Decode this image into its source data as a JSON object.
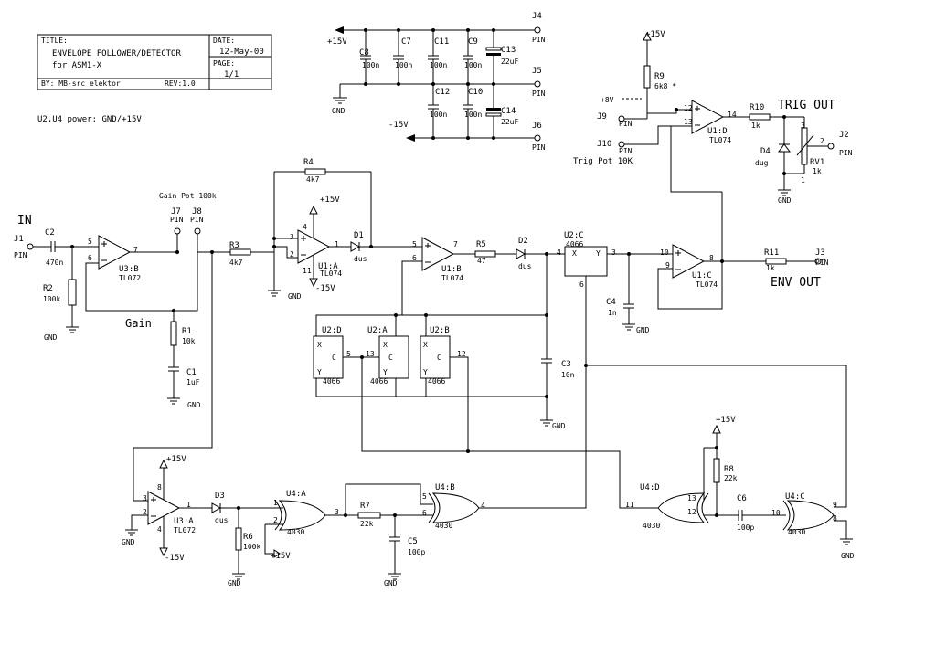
{
  "title_block": {
    "title_label": "TITLE:",
    "title_line1": "ENVELOPE FOLLOWER/DETECTOR",
    "title_line2": "for ASM1-X",
    "date_label": "DATE:",
    "date_value": "12-May-00",
    "page_label": "PAGE:",
    "page_value": "1/1",
    "by_text": "BY: MB-src elektor",
    "rev_text": "REV:1.0"
  },
  "power_note": "U2,U4 power: GND/+15V",
  "labels": {
    "in": "IN",
    "gain": "Gain",
    "gain_pot": "Gain Pot 100k",
    "trig_out": "TRIG OUT",
    "env_out": "ENV OUT",
    "trig_pot": "Trig Pot 10K"
  },
  "supply": {
    "p15": "+15V",
    "m15": "-15V",
    "p8": "+8V",
    "gnd": "GND"
  },
  "connectors": {
    "j1": "J1",
    "j2": "J2",
    "j3": "J3",
    "j4": "J4",
    "j5": "J5",
    "j6": "J6",
    "j7": "J7",
    "j8": "J8",
    "j9": "J9",
    "j10": "J10",
    "pin": "PIN"
  },
  "components": {
    "c1": "C1",
    "c1v": "1uF",
    "c2": "C2",
    "c2v": "470n",
    "c3": "C3",
    "c3v": "10n",
    "c4": "C4",
    "c4v": "1n",
    "c5": "C5",
    "c5v": "100p",
    "c6": "C6",
    "c6v": "100p",
    "c7": "C7",
    "c8": "C8",
    "c9": "C9",
    "c10": "C10",
    "c11": "C11",
    "c12": "C12",
    "c100n": "100n",
    "c13": "C13",
    "c14": "C14",
    "c22u": "22uF",
    "r1": "R1",
    "r1v": "10k",
    "r2": "R2",
    "r2v": "100k",
    "r3": "R3",
    "r3v": "4k7",
    "r4": "R4",
    "r4v": "4k7",
    "r5": "R5",
    "r5v": "47",
    "r6": "R6",
    "r6v": "100k",
    "r7": "R7",
    "r7v": "22k",
    "r8": "R8",
    "r8v": "22k",
    "r9": "R9",
    "r9v": "6k8 *",
    "r10": "R10",
    "r10v": "1k",
    "r11": "R11",
    "r11v": "1k",
    "rv1": "RV1",
    "rv1v": "1k",
    "d1": "D1",
    "d2": "D2",
    "d3": "D3",
    "d4": "D4",
    "dus": "dus",
    "dug": "dug"
  },
  "ics": {
    "u3b": "U3:B",
    "u3a": "U3:A",
    "tl072": "TL072",
    "u1a": "U1:A",
    "u1b": "U1:B",
    "u1c": "U1:C",
    "u1d": "U1:D",
    "tl074": "TL074",
    "u2a": "U2:A",
    "u2b": "U2:B",
    "u2c": "U2:C",
    "u2d": "U2:D",
    "c4066": "4066",
    "u4a": "U4:A",
    "u4b": "U4:B",
    "u4c": "U4:C",
    "u4d": "U4:D",
    "c4030": "4030",
    "sw_c": "C",
    "sw_x": "X",
    "sw_y": "Y"
  },
  "pins": {
    "p1": "1",
    "p2": "2",
    "p3": "3",
    "p4": "4",
    "p5": "5",
    "p6": "6",
    "p7": "7",
    "p8": "8",
    "p9": "9",
    "p10": "10",
    "p11": "11",
    "p12": "12",
    "p13": "13",
    "p14": "14"
  }
}
